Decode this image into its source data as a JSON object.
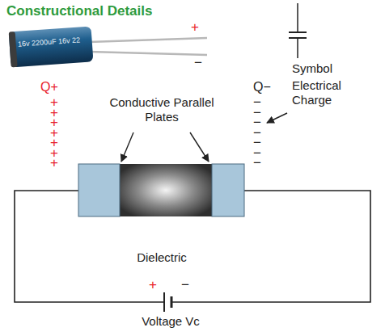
{
  "diagram": {
    "title": "Constructional Details",
    "labels": [
      "16v 2200uF 16v 22",
      "+",
      "−",
      "Symbol",
      "Electrical Charge",
      "Conductive Parallel Plates",
      "Q+",
      "+",
      "+",
      "+",
      "+",
      "+",
      "+",
      "+",
      "Q−",
      "−",
      "−",
      "−",
      "−",
      "−",
      "−",
      "−",
      "Dielectric",
      "+",
      "−",
      "Voltage Vc"
    ]
  }
}
